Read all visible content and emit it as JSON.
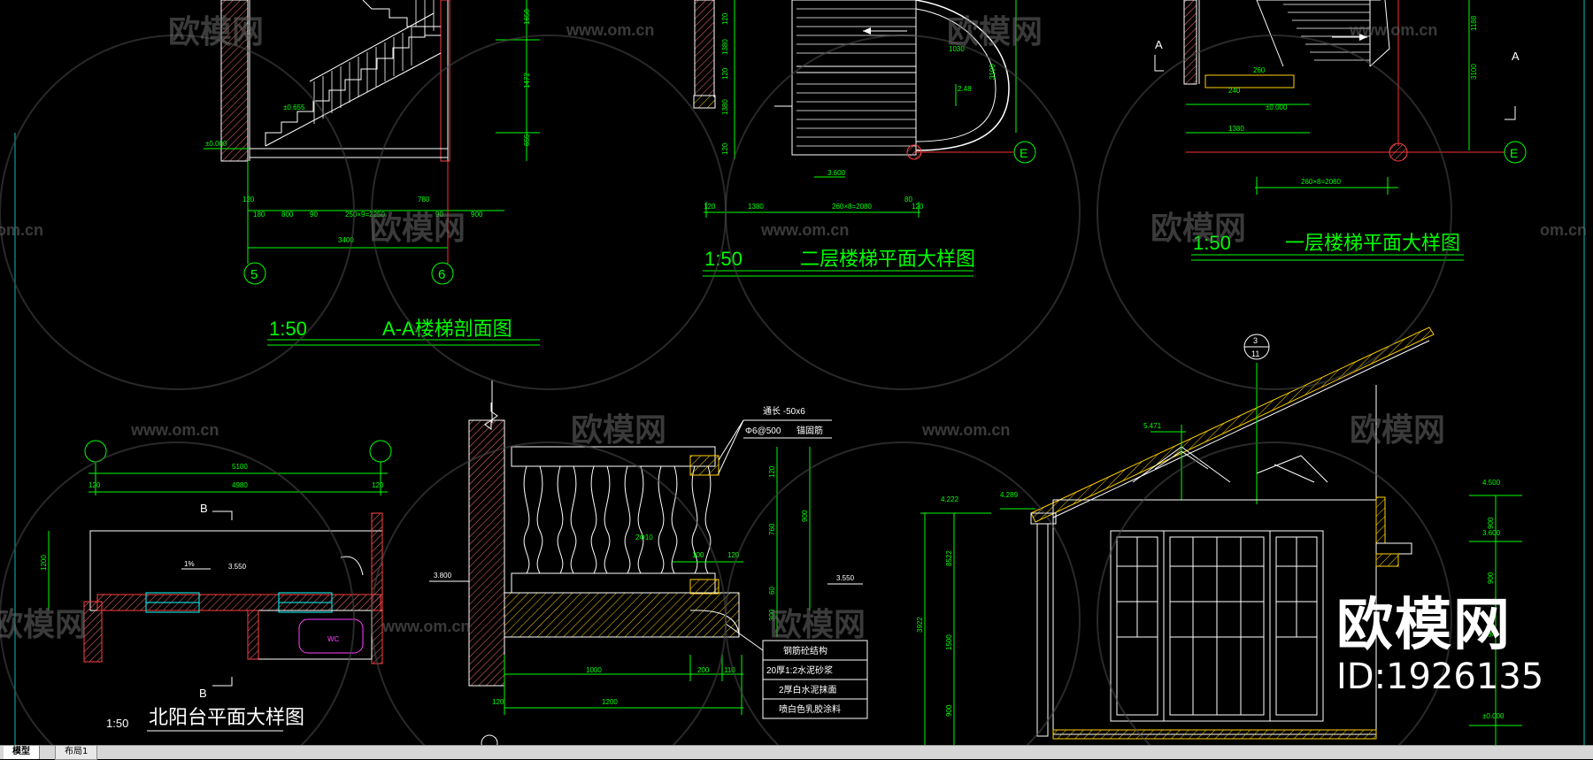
{
  "drawing": {
    "stair_section": {
      "scale": "1:50",
      "title": "A-A楼梯剖面图",
      "grid_left": "5",
      "grid_right": "6",
      "elev_landing": "±0.655",
      "elev_ground": "±0.000",
      "dims_bottom": [
        "120",
        "180",
        "800",
        "90",
        "250×9=2250",
        "780",
        "90",
        "900"
      ],
      "dim_total": "3400",
      "dims_right": [
        "1650",
        "1472",
        "655"
      ]
    },
    "second_floor_stair": {
      "scale": "1:50",
      "title": "二层楼梯平面大样图",
      "grid": "E",
      "elev": "3.600",
      "dims_bottom": [
        "120",
        "1380",
        "260×8=2080",
        "80",
        "120"
      ],
      "dims_left": [
        "120",
        "1380",
        "120",
        "1380",
        "120"
      ],
      "dims_inner": [
        "1030",
        "3100",
        "2.48"
      ]
    },
    "first_floor_stair": {
      "scale": "1:50",
      "title": "一层楼梯平面大样图",
      "grid": "E",
      "label_a_left": "A",
      "label_a_right": "A",
      "elev": "±0.000",
      "dims_bottom": [
        "260×8=2080"
      ],
      "dims_misc": [
        "1380",
        "260",
        "240",
        "3100",
        "1188"
      ]
    },
    "north_balcony": {
      "scale": "1:50",
      "title": "北阳台平面大样图",
      "label_b_top": "B",
      "label_b_bottom": "B",
      "dim_outer": "5100",
      "dim_inner": "4980",
      "dim_ends": [
        "120",
        "120"
      ],
      "dim_side": "1200",
      "slope": "1%",
      "elev": "3.550",
      "wc": "WC"
    },
    "railing_detail": {
      "note_top": [
        "通长 -50x6",
        "Φ6@500",
        "锚固筋"
      ],
      "elev_left": "3.800",
      "elev_right": "3.550",
      "dims_bottom": [
        "1000",
        "200",
        "110",
        "1200",
        "120"
      ],
      "dims_right": [
        "120",
        "760",
        "900",
        "60",
        "300"
      ],
      "dims_misc": [
        "2Φ10",
        "100",
        "120"
      ],
      "legend": [
        "钢筋砼结构",
        "20厚1:2水泥砂浆",
        "2厚白水泥抹面",
        "喷白色乳胶涂料"
      ]
    },
    "elevation": {
      "section_mark_top": "3",
      "section_mark_bottom": "11",
      "elevs_left": [
        "4.222",
        "4.289",
        "5.471"
      ],
      "elevs_right": [
        "4.500",
        "3.600",
        "±0.000"
      ],
      "dims_left": [
        "8522",
        "3922",
        "1500",
        "900"
      ],
      "dims_right": [
        "900",
        "900",
        "900"
      ]
    }
  },
  "watermarks": {
    "brand_cn": "欧模网",
    "url": "www.om.cn",
    "url_short": "om.cn"
  },
  "badge": {
    "name": "欧模网",
    "id": "ID:1926135"
  },
  "tabs": {
    "model": "模型",
    "layout": "布局1"
  },
  "colors": {
    "background": "#000000",
    "line_white": "#ffffff",
    "line_green": "#00ff00",
    "line_red": "#ff3030",
    "line_yellow": "#ffff00",
    "line_cyan": "#00ffff",
    "line_magenta": "#ff40ff",
    "hatch": "#ff8080"
  }
}
